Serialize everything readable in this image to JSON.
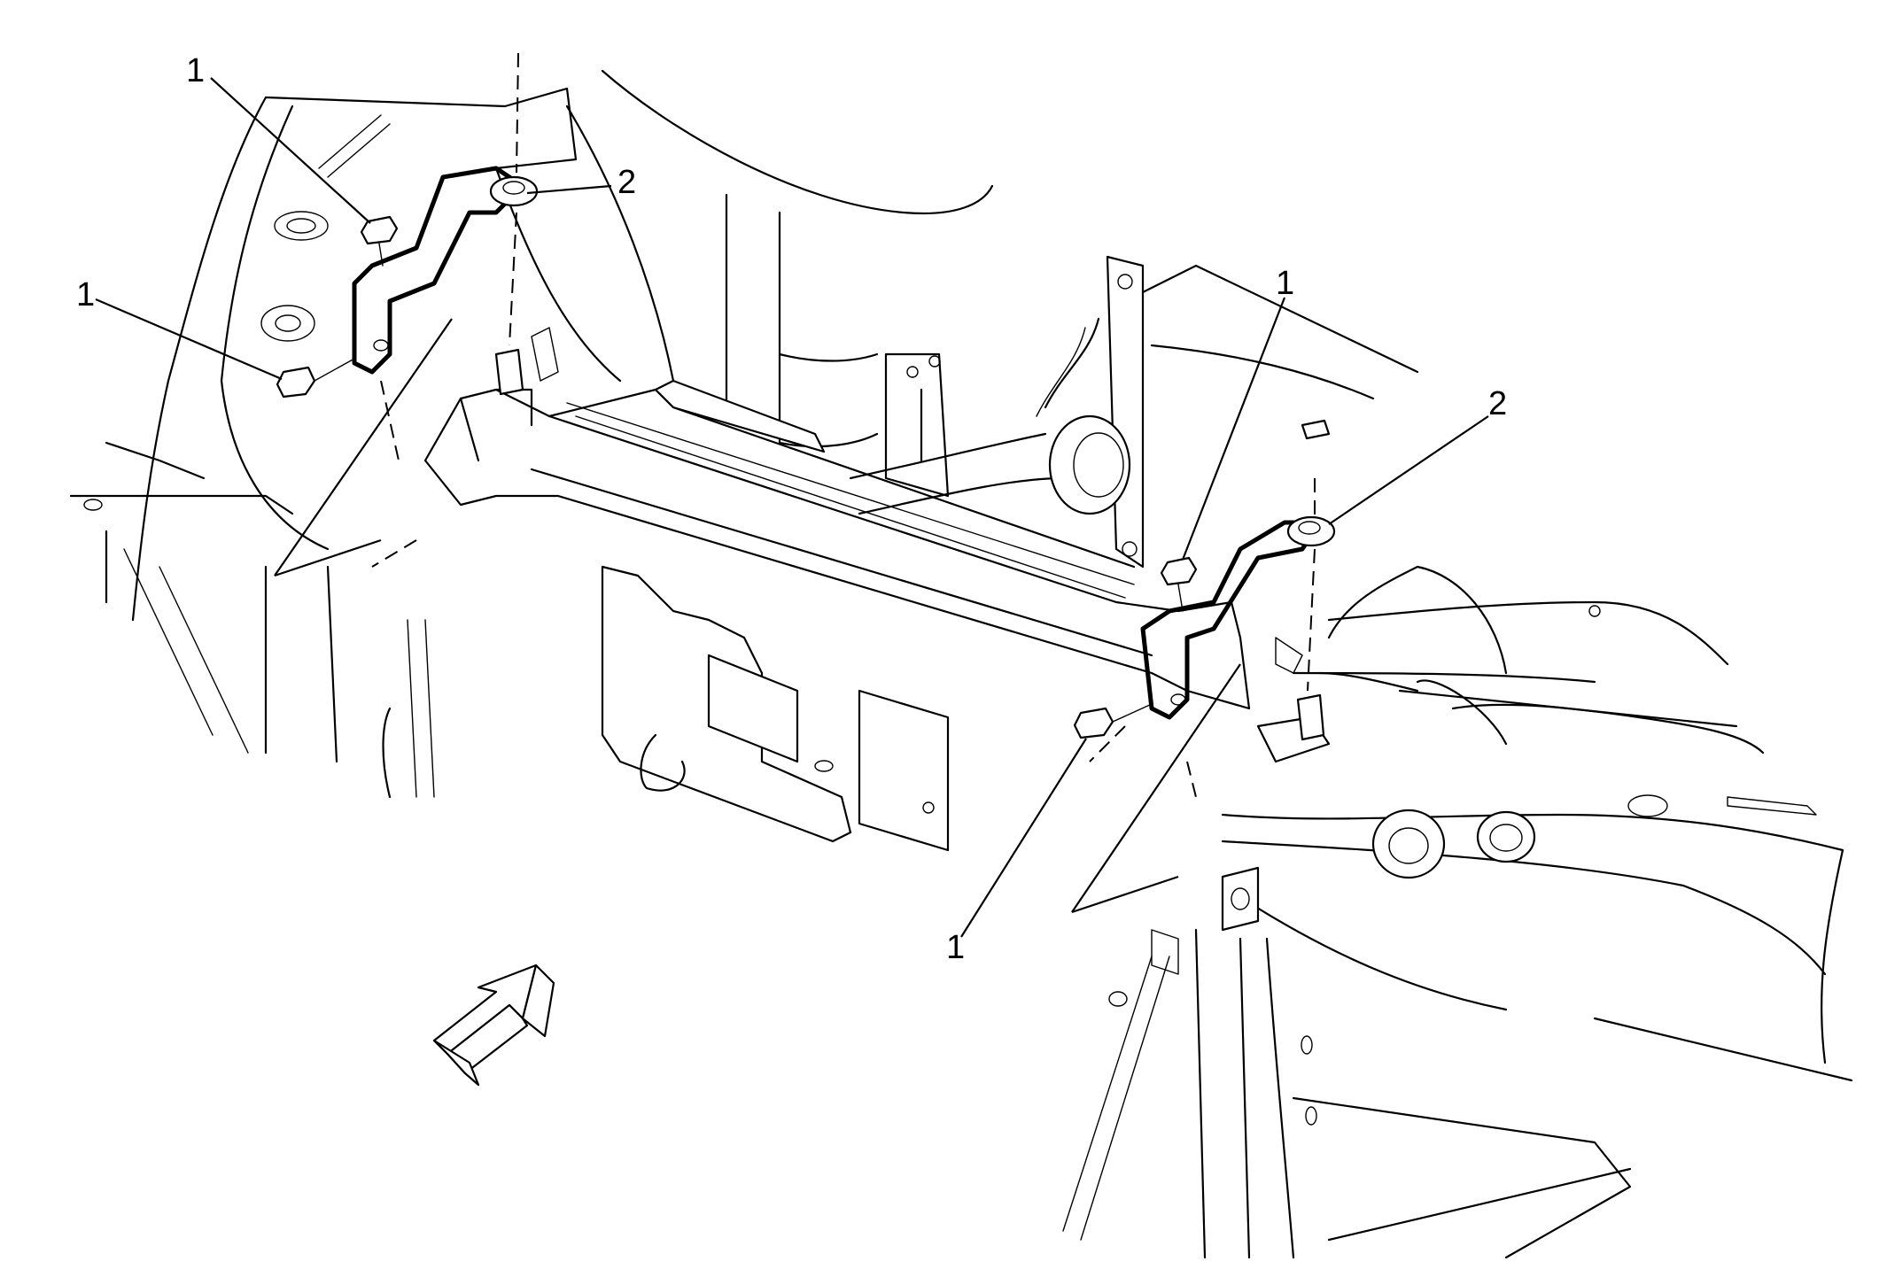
{
  "callouts": {
    "left_bolt_upper": "1",
    "left_bolt_lower": "1",
    "left_bracket": "2",
    "right_bolt_upper": "1",
    "right_bracket": "2",
    "right_bolt_lower": "1"
  },
  "direction_arrow": "front-direction-arrow"
}
